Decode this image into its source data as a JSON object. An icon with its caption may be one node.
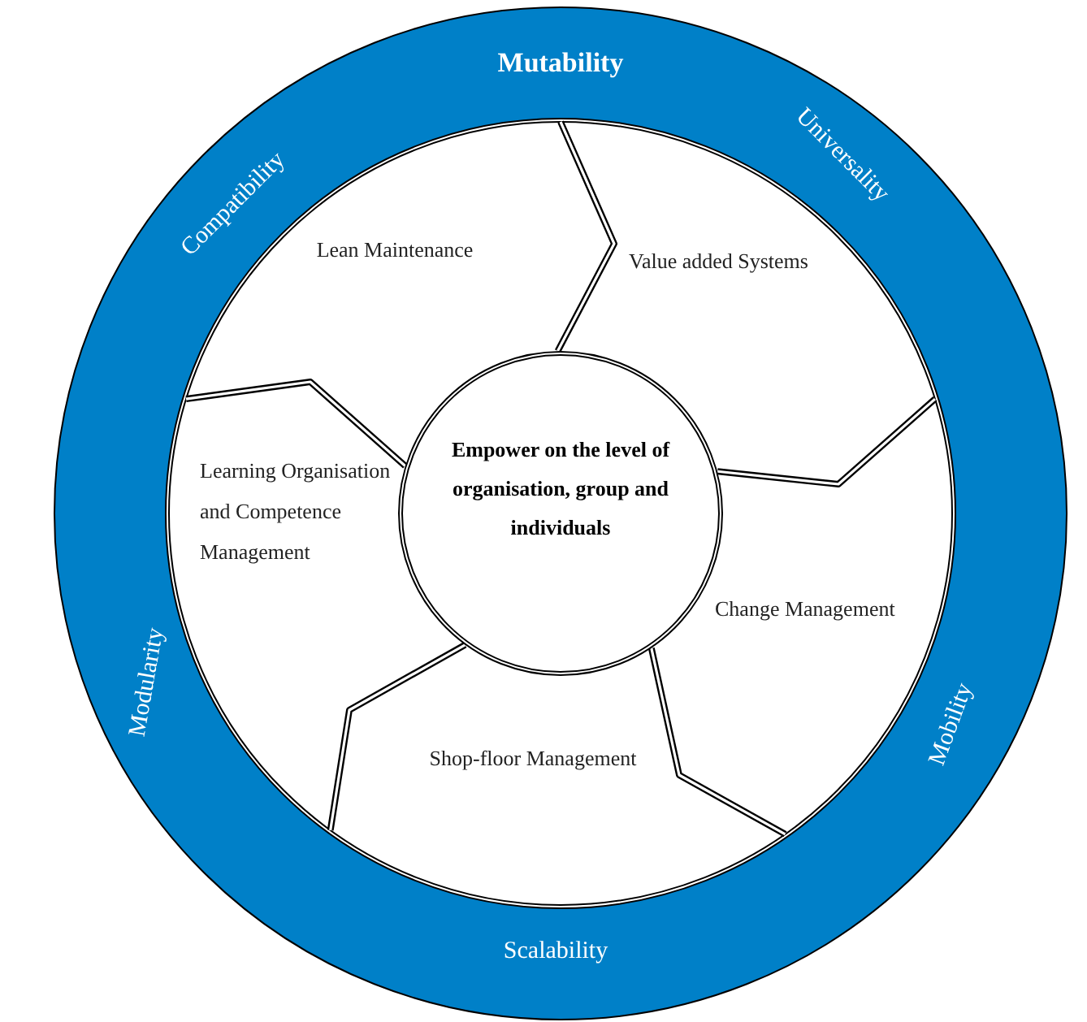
{
  "diagram": {
    "nodes": [
      {
        "text": [
          "Mutability",
          "Universality",
          "Mobility",
          "Scalability",
          "Modularity",
          "Compatibility"
        ]
      },
      {
        "text": [
          "Lean Maintenance"
        ],
        "in": 0
      },
      {
        "text": [
          "Value added Systems"
        ],
        "in": 0
      },
      {
        "text": [
          "Learning Organisation and Competence Management"
        ],
        "in": 0
      },
      {
        "text": [
          "Change Management"
        ],
        "in": 0
      },
      {
        "text": [
          "Shop-floor Management"
        ],
        "in": 0
      },
      {
        "text": [
          "Empower on the level of organisation, group and individuals"
        ],
        "in": 0
      }
    ]
  }
}
